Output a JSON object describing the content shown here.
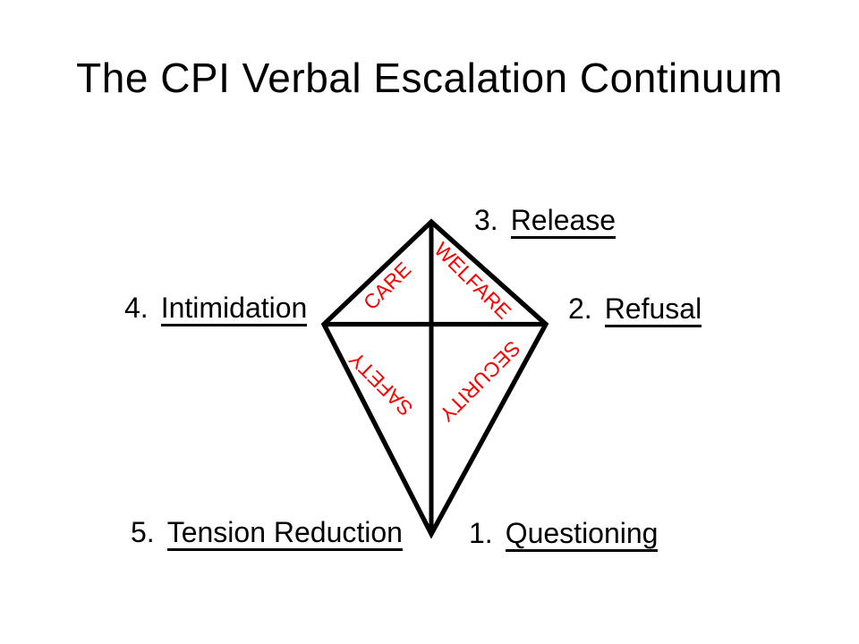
{
  "slide": {
    "title": "The CPI Verbal Escalation Continuum",
    "background_color": "#ffffff",
    "text_color": "#000000"
  },
  "kite": {
    "outline_color": "#000000",
    "value_color": "#ff0000",
    "values": [
      {
        "label": "CARE",
        "position": "upper-left"
      },
      {
        "label": "WELFARE",
        "position": "upper-right"
      },
      {
        "label": "SAFETY",
        "position": "lower-left"
      },
      {
        "label": "SECURITY",
        "position": "lower-right"
      }
    ]
  },
  "stages": [
    {
      "number": "1.",
      "label": "Questioning",
      "position": "bottom-right"
    },
    {
      "number": "2.",
      "label": "Refusal",
      "position": "right"
    },
    {
      "number": "3.",
      "label": "Release",
      "position": "top-right"
    },
    {
      "number": "4.",
      "label": "Intimidation",
      "position": "left"
    },
    {
      "number": "5.",
      "label": "Tension Reduction",
      "position": "bottom-left"
    }
  ]
}
